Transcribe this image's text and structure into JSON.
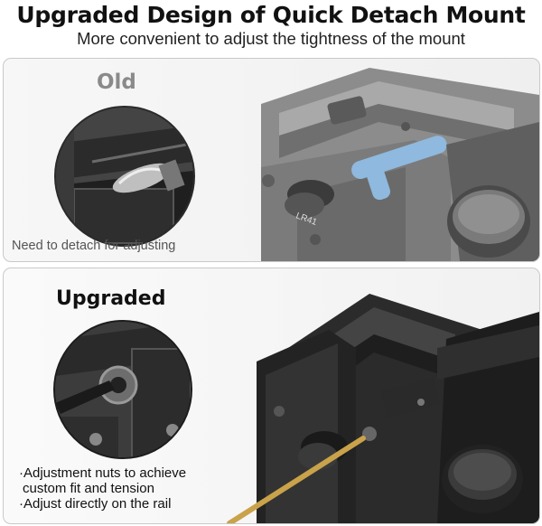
{
  "header": {
    "title": "Upgraded Design of Quick Detach Mount",
    "subtitle": "More convenient to adjust the tightness of the mount"
  },
  "old_panel": {
    "heading": "Old",
    "caption": "Need to detach for adjusting",
    "knob_text": "LR41",
    "lever_color": "#8fb9de"
  },
  "new_panel": {
    "heading": "Upgraded",
    "bullets": [
      "·Adjustment nuts to achieve",
      "custom fit and tension",
      "·Adjust directly on the rail"
    ],
    "tool_color": "#c9a24a"
  }
}
